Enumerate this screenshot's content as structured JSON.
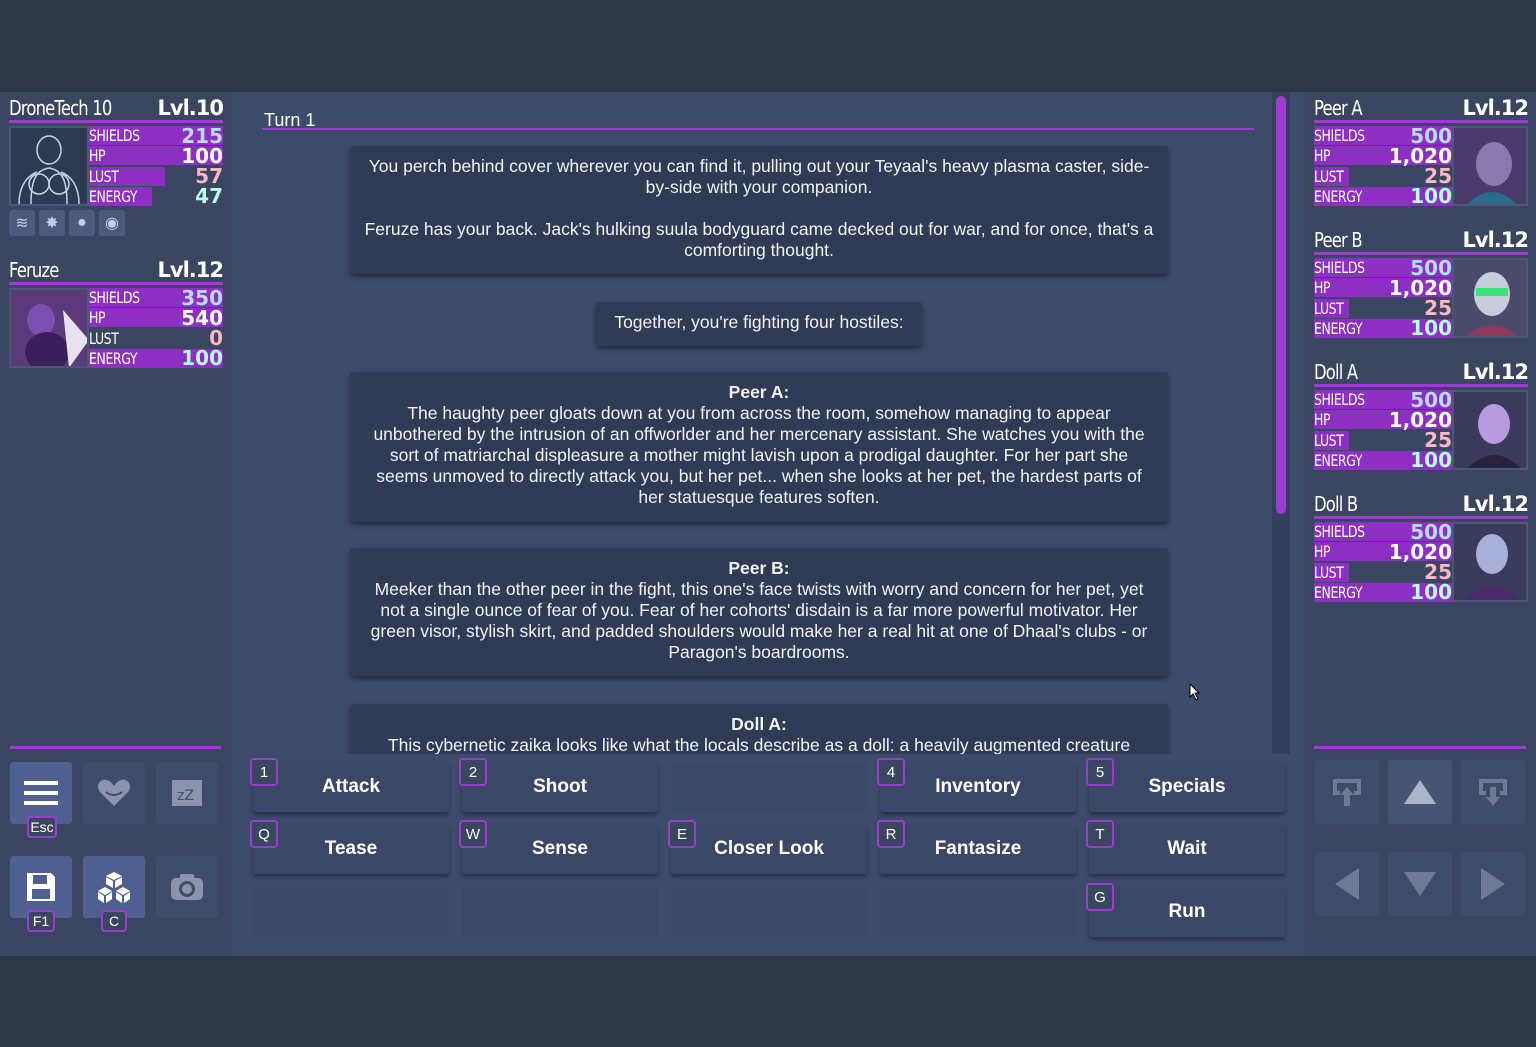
{
  "player": {
    "name": "DroneTech 10",
    "level": "Lvl.10",
    "shields_label": "SHIELDS",
    "shields": "215",
    "hp_label": "HP",
    "hp": "100",
    "lust_label": "LUST",
    "lust": "57",
    "energy_label": "ENERGY",
    "energy": "47",
    "status_icons": [
      "waves-icon",
      "burst-icon",
      "drop-icon",
      "circle-dot-icon"
    ]
  },
  "ally": {
    "name": "Feruze",
    "level": "Lvl.12",
    "shields_label": "SHIELDS",
    "shields": "350",
    "hp_label": "HP",
    "hp": "540",
    "lust_label": "LUST",
    "lust": "0",
    "energy_label": "ENERGY",
    "energy": "100"
  },
  "enemies": [
    {
      "name": "Peer A",
      "level": "Lvl.12",
      "shields_label": "SHIELDS",
      "shields": "500",
      "hp_label": "HP",
      "hp": "1,020",
      "lust_label": "LUST",
      "lust": "25",
      "energy_label": "ENERGY",
      "energy": "100"
    },
    {
      "name": "Peer B",
      "level": "Lvl.12",
      "shields_label": "SHIELDS",
      "shields": "500",
      "hp_label": "HP",
      "hp": "1,020",
      "lust_label": "LUST",
      "lust": "25",
      "energy_label": "ENERGY",
      "energy": "100"
    },
    {
      "name": "Doll A",
      "level": "Lvl.12",
      "shields_label": "SHIELDS",
      "shields": "500",
      "hp_label": "HP",
      "hp": "1,020",
      "lust_label": "LUST",
      "lust": "25",
      "energy_label": "ENERGY",
      "energy": "100"
    },
    {
      "name": "Doll B",
      "level": "Lvl.12",
      "shields_label": "SHIELDS",
      "shields": "500",
      "hp_label": "HP",
      "hp": "1,020",
      "lust_label": "LUST",
      "lust": "25",
      "energy_label": "ENERGY",
      "energy": "100"
    }
  ],
  "combat": {
    "turn_label": "Turn 1",
    "messages": [
      {
        "text": "You perch behind cover wherever you can find it, pulling out your Teyaal's heavy plasma caster, side-by-side with your companion.",
        "text2": "Feruze has your back. Jack's hulking suula bodyguard came decked out for war, and for once, that's a comforting thought."
      },
      {
        "text": "Together, you're fighting four hostiles:"
      },
      {
        "title": "Peer A:",
        "text": "The haughty peer gloats down at you from across the room, somehow managing to appear unbothered by the intrusion of an offworlder and her mercenary assistant. She watches you with the sort of matriarchal displeasure a mother might lavish upon a prodigal daughter. For her part she seems unmoved to directly attack you, but her pet... when she looks at her pet, the hardest parts of her statuesque features soften."
      },
      {
        "title": "Peer B:",
        "text": "Meeker than the other peer in the fight, this one's face twists with worry and concern for her pet, yet not a single ounce of fear of you. Fear of her cohorts' disdain is a far more powerful motivator. Her green visor, stylish skirt, and padded shoulders would make her a real hit at one of Dhaal's clubs - or Paragon's boardrooms."
      },
      {
        "title": "Doll A:",
        "text": "This cybernetic zaika looks like what the locals describe as a doll: a heavily augmented creature"
      }
    ]
  },
  "menu": {
    "main_key": "Esc",
    "save_key": "F1",
    "codex_key": "C",
    "icons": [
      "menu-icon",
      "heart-icon",
      "sleep-icon",
      "save-icon",
      "cubes-icon",
      "camera-icon"
    ]
  },
  "actions": [
    {
      "key": "1",
      "label": "Attack"
    },
    {
      "key": "2",
      "label": "Shoot"
    },
    {
      "key": "",
      "label": ""
    },
    {
      "key": "4",
      "label": "Inventory"
    },
    {
      "key": "5",
      "label": "Specials"
    },
    {
      "key": "Q",
      "label": "Tease"
    },
    {
      "key": "W",
      "label": "Sense"
    },
    {
      "key": "E",
      "label": "Closer Look"
    },
    {
      "key": "R",
      "label": "Fantasize"
    },
    {
      "key": "T",
      "label": "Wait"
    },
    {
      "key": "",
      "label": ""
    },
    {
      "key": "",
      "label": ""
    },
    {
      "key": "",
      "label": ""
    },
    {
      "key": "",
      "label": ""
    },
    {
      "key": "G",
      "label": "Run"
    }
  ],
  "nav": {
    "icons": [
      "up-tray-icon",
      "up-arrow-icon",
      "down-tray-icon",
      "left-arrow-icon",
      "down-arrow-icon",
      "right-arrow-icon"
    ]
  },
  "colors": {
    "accent": "#9b3ed0",
    "background": "#2e3748",
    "panel": "#3a4560"
  }
}
